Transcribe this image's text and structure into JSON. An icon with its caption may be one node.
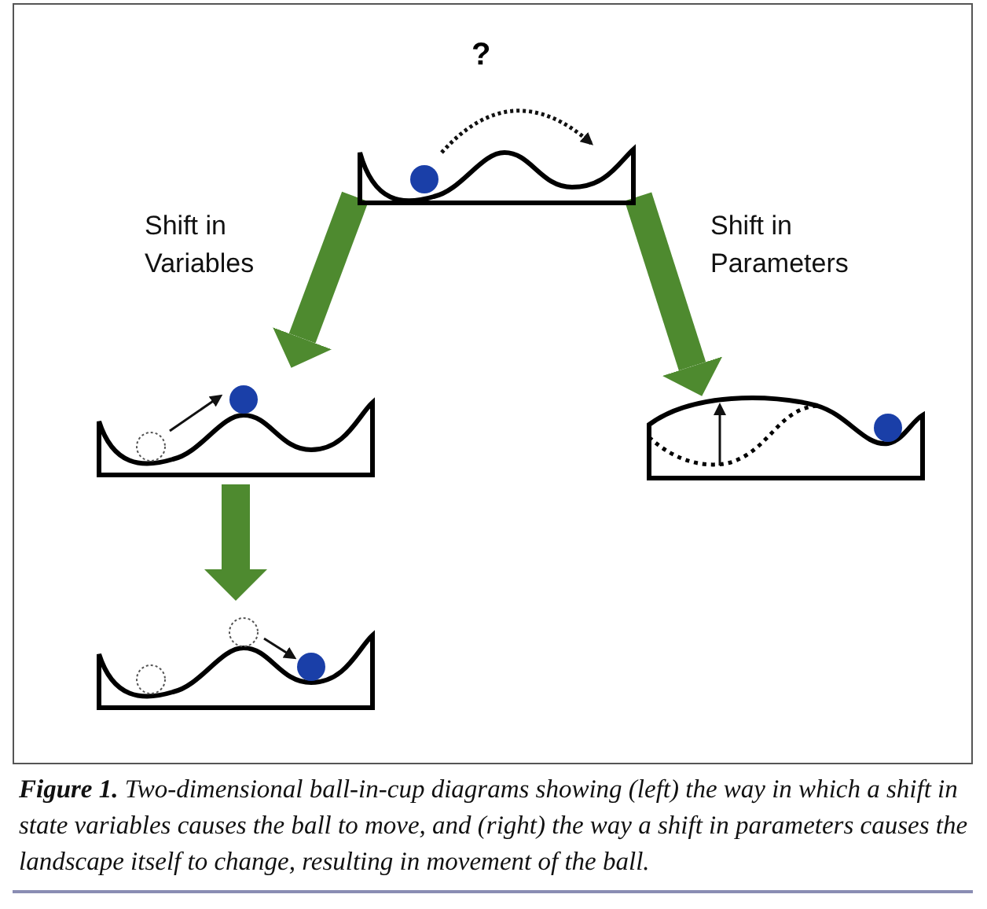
{
  "diagram": {
    "caption": "**Figure 1.** Two-dimensional ball-in-cup diagrams showing (left) the way in which a shift in state variables causes the ball to move, and (right) the way a shift in parameters causes the landscape itself to change, resulting in movement of the ball.",
    "nodes": [
      {
        "text": [],
        "shape": "picture"
      },
      {
        "text": [],
        "shape": "picture"
      },
      {
        "text": [],
        "shape": "picture"
      },
      {
        "text": [],
        "shape": "picture"
      }
    ],
    "edges": [
      {
        "from": 0,
        "to": 1,
        "arrow": "to",
        "label": "Shift in Variables"
      },
      {
        "from": 0,
        "to": 2,
        "arrow": "to",
        "label": "Shift in Parameters"
      },
      {
        "from": 1,
        "to": 3,
        "arrow": "to"
      }
    ],
    "labels": [
      "?"
    ]
  }
}
